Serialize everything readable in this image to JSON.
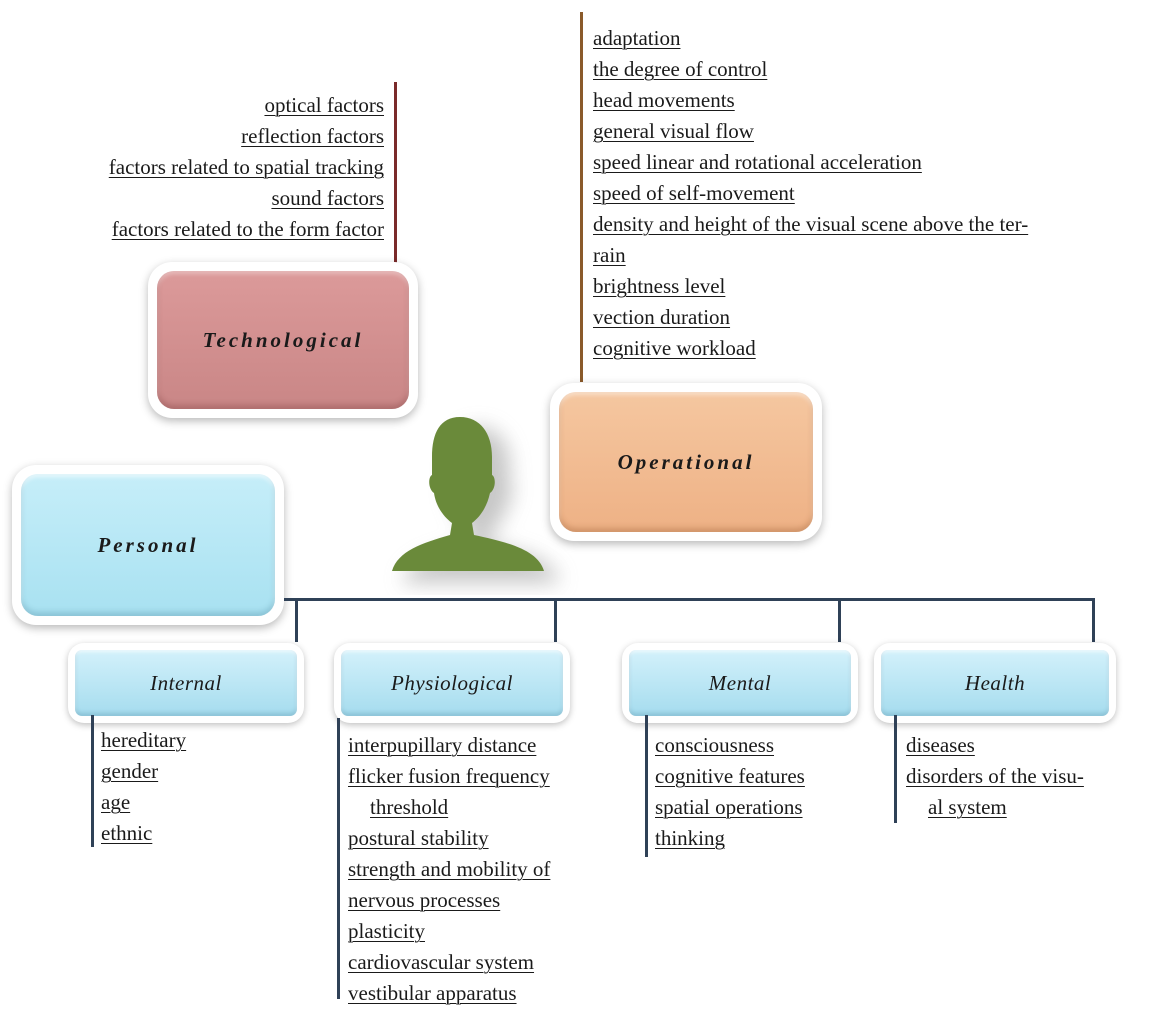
{
  "categories": {
    "technological": {
      "label": "Technological",
      "color": "#d48f8f",
      "factors": [
        "optical factors",
        "reflection factors",
        "factors related to spatial tracking",
        "sound factors",
        "factors related to the form factor"
      ]
    },
    "operational": {
      "label": "Operational",
      "color": "#f2bb8f",
      "factors": [
        "adaptation",
        "the degree of control",
        "head movements",
        "general visual flow",
        "speed linear and rotational acceleration",
        "speed of self-movement",
        "density and height of the visual scene above the ter-",
        "rain",
        "brightness level",
        "vection duration",
        "cognitive workload"
      ]
    },
    "personal": {
      "label": "Personal",
      "color": "#b3e5f4",
      "subcategories": {
        "internal": {
          "label": "Internal",
          "factors": [
            "hereditary",
            "gender",
            "age",
            "ethnic"
          ]
        },
        "physiological": {
          "label": "Physiological",
          "factors": [
            "interpupillary distance",
            "flicker fusion frequency",
            "threshold",
            "postural stability",
            "strength and mobility of",
            "nervous processes",
            "plasticity",
            "cardiovascular system",
            "vestibular apparatus"
          ]
        },
        "mental": {
          "label": "Mental",
          "factors": [
            "consciousness",
            "cognitive features",
            "spatial operations",
            "thinking"
          ]
        },
        "health": {
          "label": "Health",
          "factors": [
            "diseases",
            "disorders of the visu-",
            "al system"
          ]
        }
      }
    }
  },
  "colors": {
    "connector": "#2f4157",
    "technological_rule": "#7a2a2a",
    "operational_rule": "#8a5a2a",
    "person_icon": "#6a8a3a"
  },
  "icons": {
    "center": "person-icon"
  }
}
